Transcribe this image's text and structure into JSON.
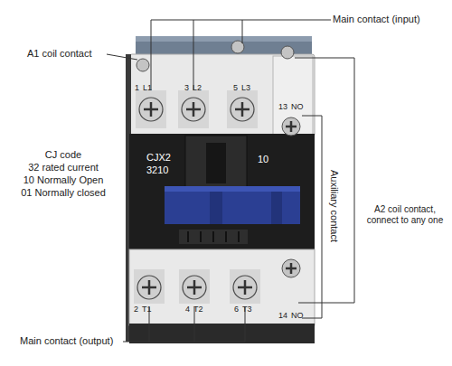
{
  "diagram": {
    "labels": [
      "Main contact (input)",
      "A1 coil contact",
      "1",
      "L1",
      "3",
      "L2",
      "5",
      "L3",
      "13",
      "NO",
      "CJ code",
      "32 rated current",
      "10 Normally Open",
      "01 Normally closed",
      "CJX2",
      "3210",
      "10",
      "Auxiliary contact",
      "A2 coil contact, connect to any one",
      "2",
      "T1",
      "4",
      "T2",
      "6",
      "T3",
      "14",
      "NO",
      "Main contact (output)"
    ]
  }
}
